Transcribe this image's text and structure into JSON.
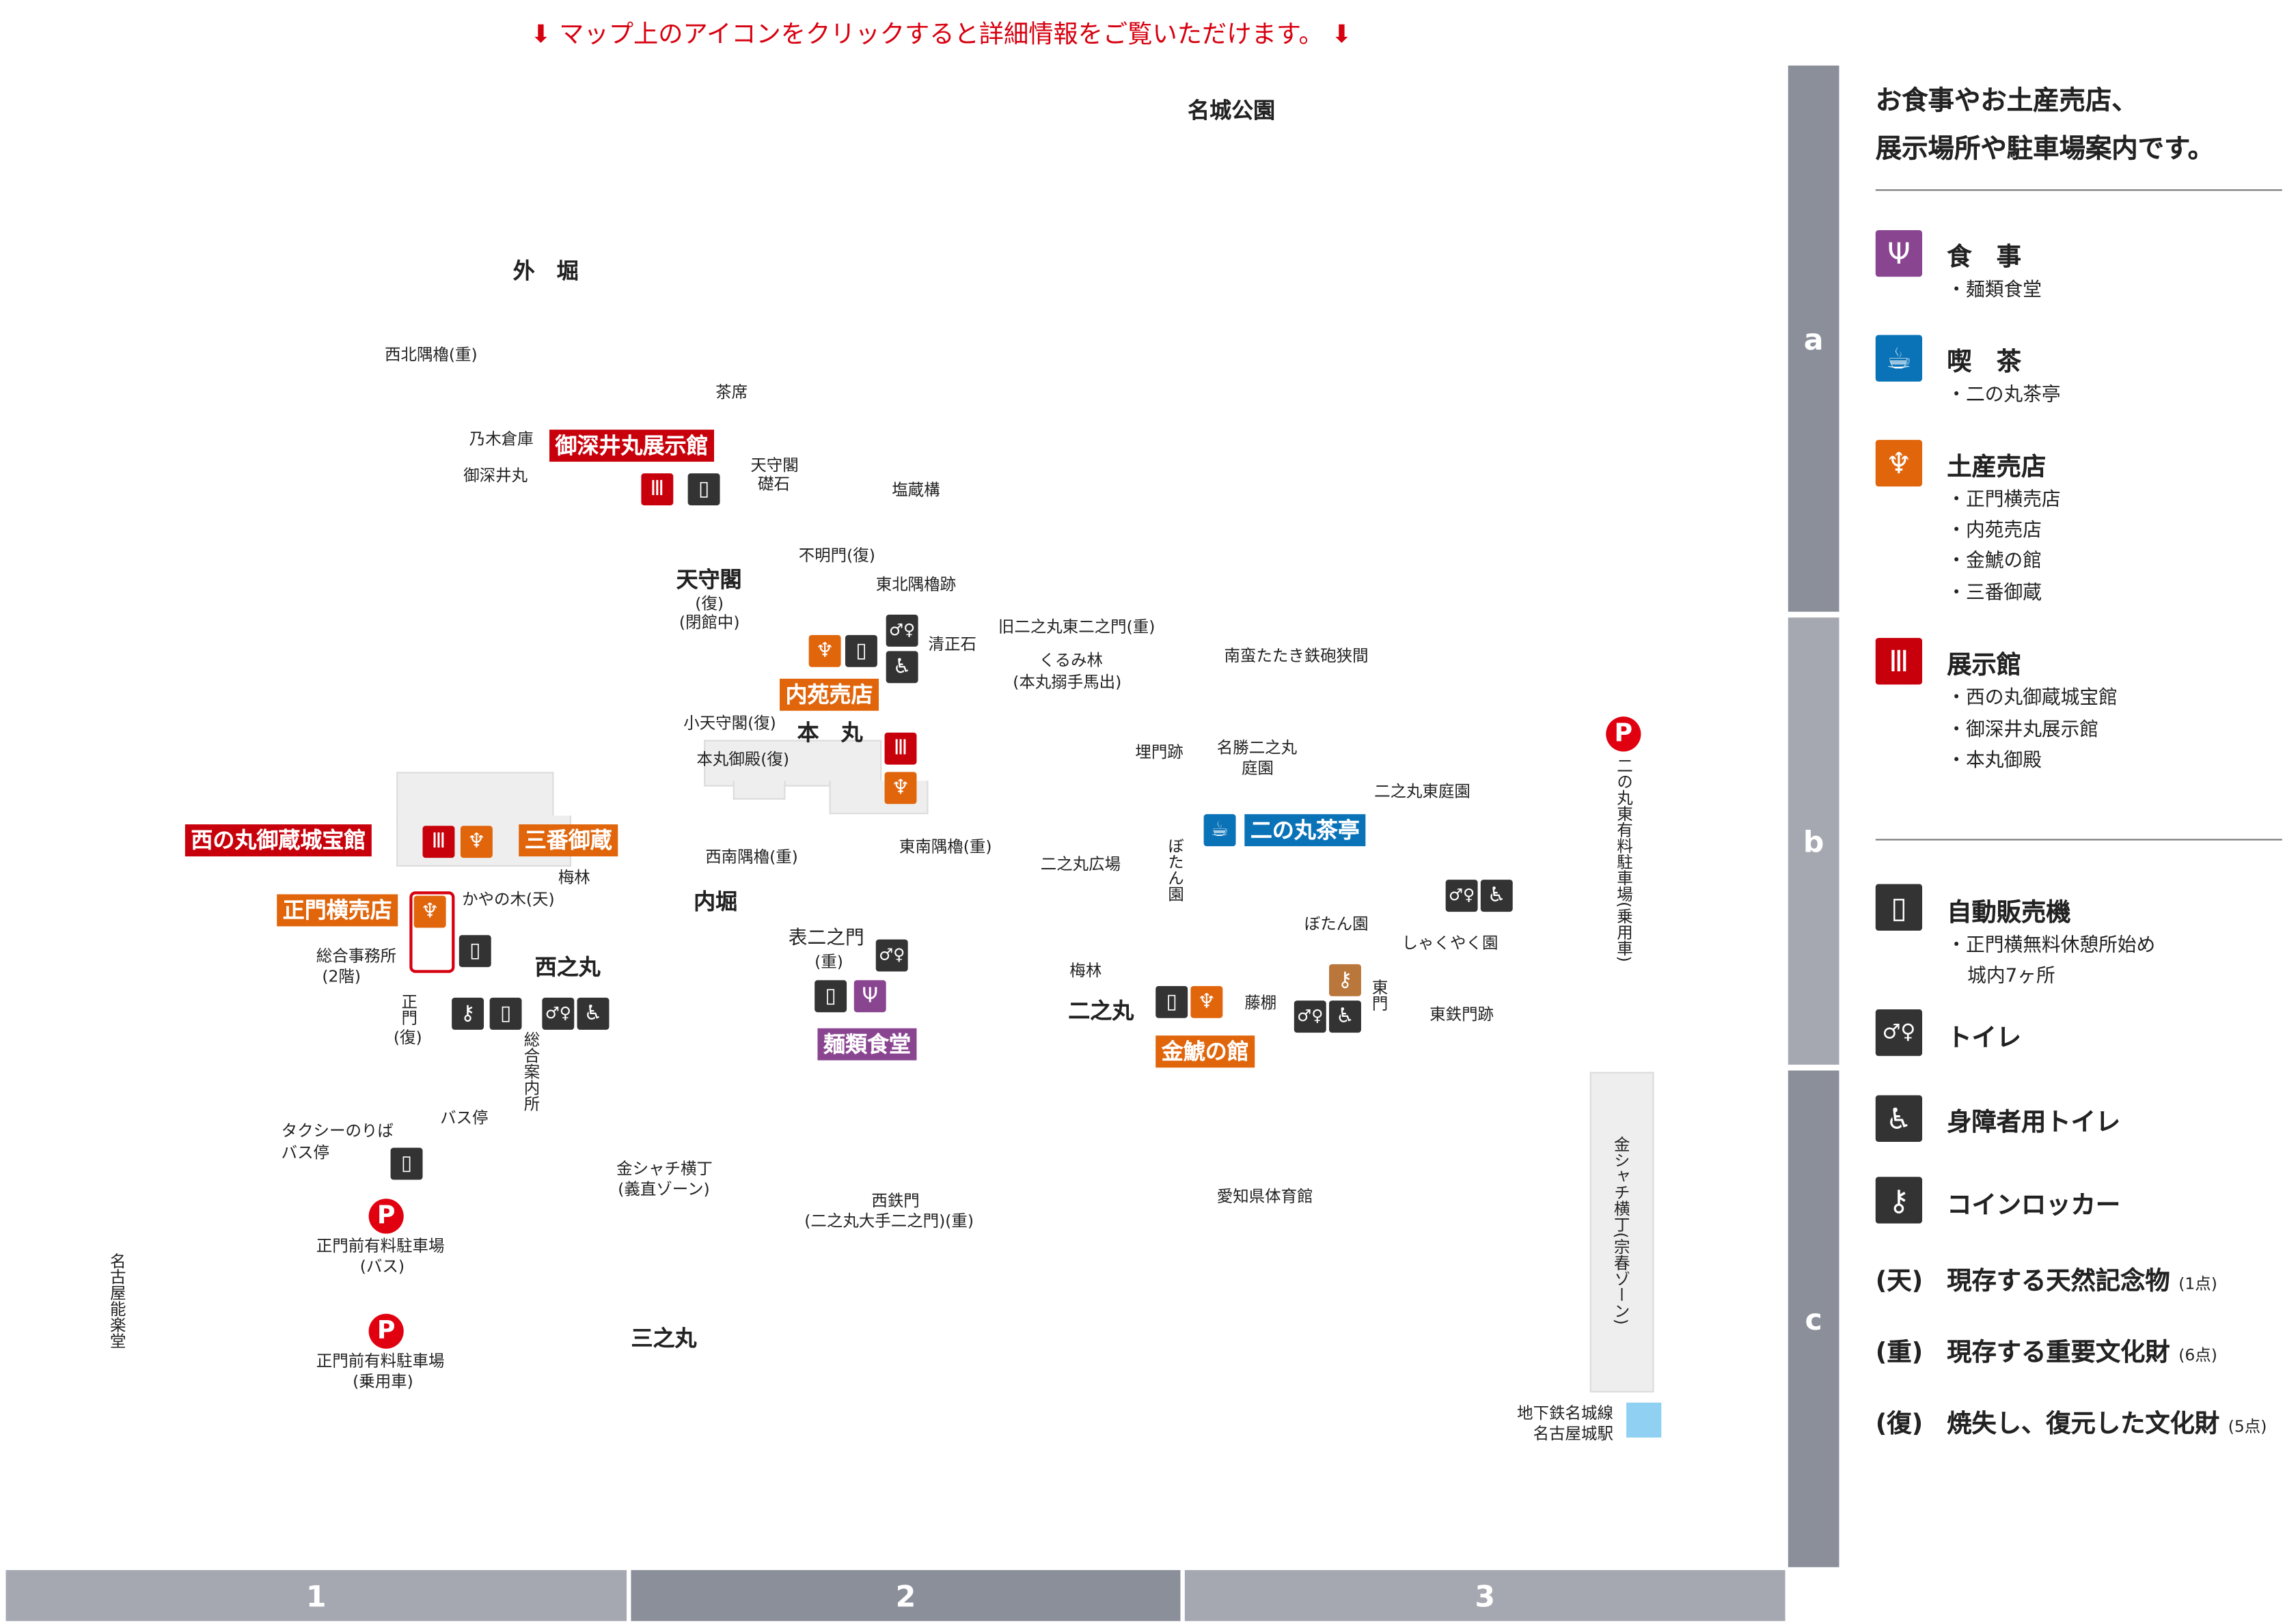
{
  "banner": {
    "text": "マップ上のアイコンをクリックすると詳細情報をご覧いただけます。",
    "arrow": "⬇",
    "color": "#d7000f"
  },
  "map": {
    "labels": {
      "meijo_park": "名城公園",
      "sotobori": "外　堀",
      "seihoku_yagura": "西北隅櫓(重)",
      "chaseki": "茶席",
      "nogi_souko": "乃木倉庫",
      "ofukei_maru": "御深井丸",
      "tenshu_ishizue_1": "天守閣",
      "tenshu_ishizue_2": "礎石",
      "enzougamae": "塩蔵構",
      "uzumimon": "不明門(復)",
      "tohoku_yagura": "東北隅櫓跡",
      "tenshukaku": "天守閣",
      "tenshukaku_fuku": "(復)",
      "tenshukaku_closed": "(閉館中)",
      "kiyomasa": "清正石",
      "kyu_ninomaru": "旧二之丸東二之門(重)",
      "kurumi_1": "くるみ林",
      "kurumi_2": "(本丸搦手馬出)",
      "nanban": "南蛮たたき鉄砲狭間",
      "kotenshu": "小天守閣(復)",
      "honmaru": "本　丸",
      "honmaru_goten": "本丸御殿(復)",
      "uzumimon_ato": "埋門跡",
      "meisho_1": "名勝二之丸",
      "meisho_2": "庭園",
      "ninomaru_higashi_teien": "二之丸東庭園",
      "seinan_yagura": "西南隅櫓(重)",
      "tonan_yagura": "東南隅櫓(重)",
      "ninomaru_hiroba": "二之丸広場",
      "botan_v": "ぼたん園",
      "bairin_1": "梅林",
      "kayanoki": "かやの木(天)",
      "uchibori": "内堀",
      "jimusho_1": "総合事務所",
      "jimusho_2": "(2階)",
      "nishinomaru": "西之丸",
      "omote_1": "表二之門",
      "omote_2": "(重)",
      "botan": "ぼたん園",
      "shakuyaku": "しゃくやく園",
      "bairin_2": "梅林",
      "ninomaru": "二之丸",
      "fujidana": "藤棚",
      "higashimon": "東門",
      "higashi_tetsumon": "東鉄門跡",
      "seimon": "正門",
      "seimon_fuku": "(復)",
      "annaijo": "総合案内所",
      "busstop": "バス停",
      "taxi_1": "タクシーのりば",
      "taxi_2": "バス停",
      "kinshachi_1": "金シャチ横丁",
      "kinshachi_2": "(義直ゾーン)",
      "nishitetsumon_1": "西鉄門",
      "nishitetsumon_2": "(二之丸大手二之門)(重)",
      "aichi_gym": "愛知県体育館",
      "parking_bus_1": "正門前有料駐車場",
      "parking_bus_2": "(バス)",
      "parking_car_1": "正門前有料駐車場",
      "parking_car_2": "(乗用車)",
      "sannomaru": "三之丸",
      "nogakudo": "名古屋能楽堂",
      "subway_1": "地下鉄名城線",
      "subway_2": "名古屋城駅",
      "east_parking": "二の丸東有料駐車場(乗用車)",
      "kinshachi_muneharu": "金シャチ横丁(宗春ゾーン)"
    },
    "callouts": {
      "ofukei_museum": "御深井丸展示館",
      "naien_shop": "内苑売店",
      "nishinomaru_museum": "西の丸御蔵城宝館",
      "sanban_gokura": "三番御蔵",
      "seimon_shop": "正門横売店",
      "menrui": "麺類食堂",
      "ninomaru_chatei": "二の丸茶亭",
      "kinshachi_kan": "金鯱の館"
    },
    "parking_symbol": "P"
  },
  "grid": {
    "rows": [
      "a",
      "b",
      "c"
    ],
    "cols": [
      "1",
      "2",
      "3"
    ]
  },
  "legend": {
    "intro": [
      "お食事やお土産売店、",
      "展示場所や駐車場案内です。"
    ],
    "categories": [
      {
        "title": "食　事",
        "items": [
          "・麺類食堂"
        ],
        "color": "#8a4591",
        "icon": "fork-icon"
      },
      {
        "title": "喫　茶",
        "items": [
          "・二の丸茶亭"
        ],
        "color": "#0a73b8",
        "icon": "coffee-cup-icon"
      },
      {
        "title": "土産売店",
        "items": [
          "・正門横売店",
          "・内苑売店",
          "・金鯱の館",
          "・三番御蔵"
        ],
        "color": "#e0650b",
        "icon": "shachihoko-icon"
      },
      {
        "title": "展示館",
        "items": [
          "・西の丸御蔵城宝館",
          "・御深井丸展示館",
          "・本丸御殿"
        ],
        "color": "#c8000b",
        "icon": "museum-icon"
      }
    ],
    "facilities": [
      {
        "title": "自動販売機",
        "items": [
          "・正門横無料休憩所始め",
          "城内7ヶ所"
        ],
        "icon": "vending-machine-icon"
      },
      {
        "title": "トイレ",
        "icon": "restroom-icon"
      },
      {
        "title": "身障者用トイレ",
        "icon": "wheelchair-icon"
      },
      {
        "title": "コインロッカー",
        "icon": "key-icon"
      }
    ],
    "marks": [
      {
        "mark": "(天)",
        "text": "現存する天然記念物",
        "count": "(1点)"
      },
      {
        "mark": "(重)",
        "text": "現存する重要文化財",
        "count": "(6点)"
      },
      {
        "mark": "(復)",
        "text": "焼失し、復元した文化財",
        "count": "(5点)"
      }
    ]
  }
}
